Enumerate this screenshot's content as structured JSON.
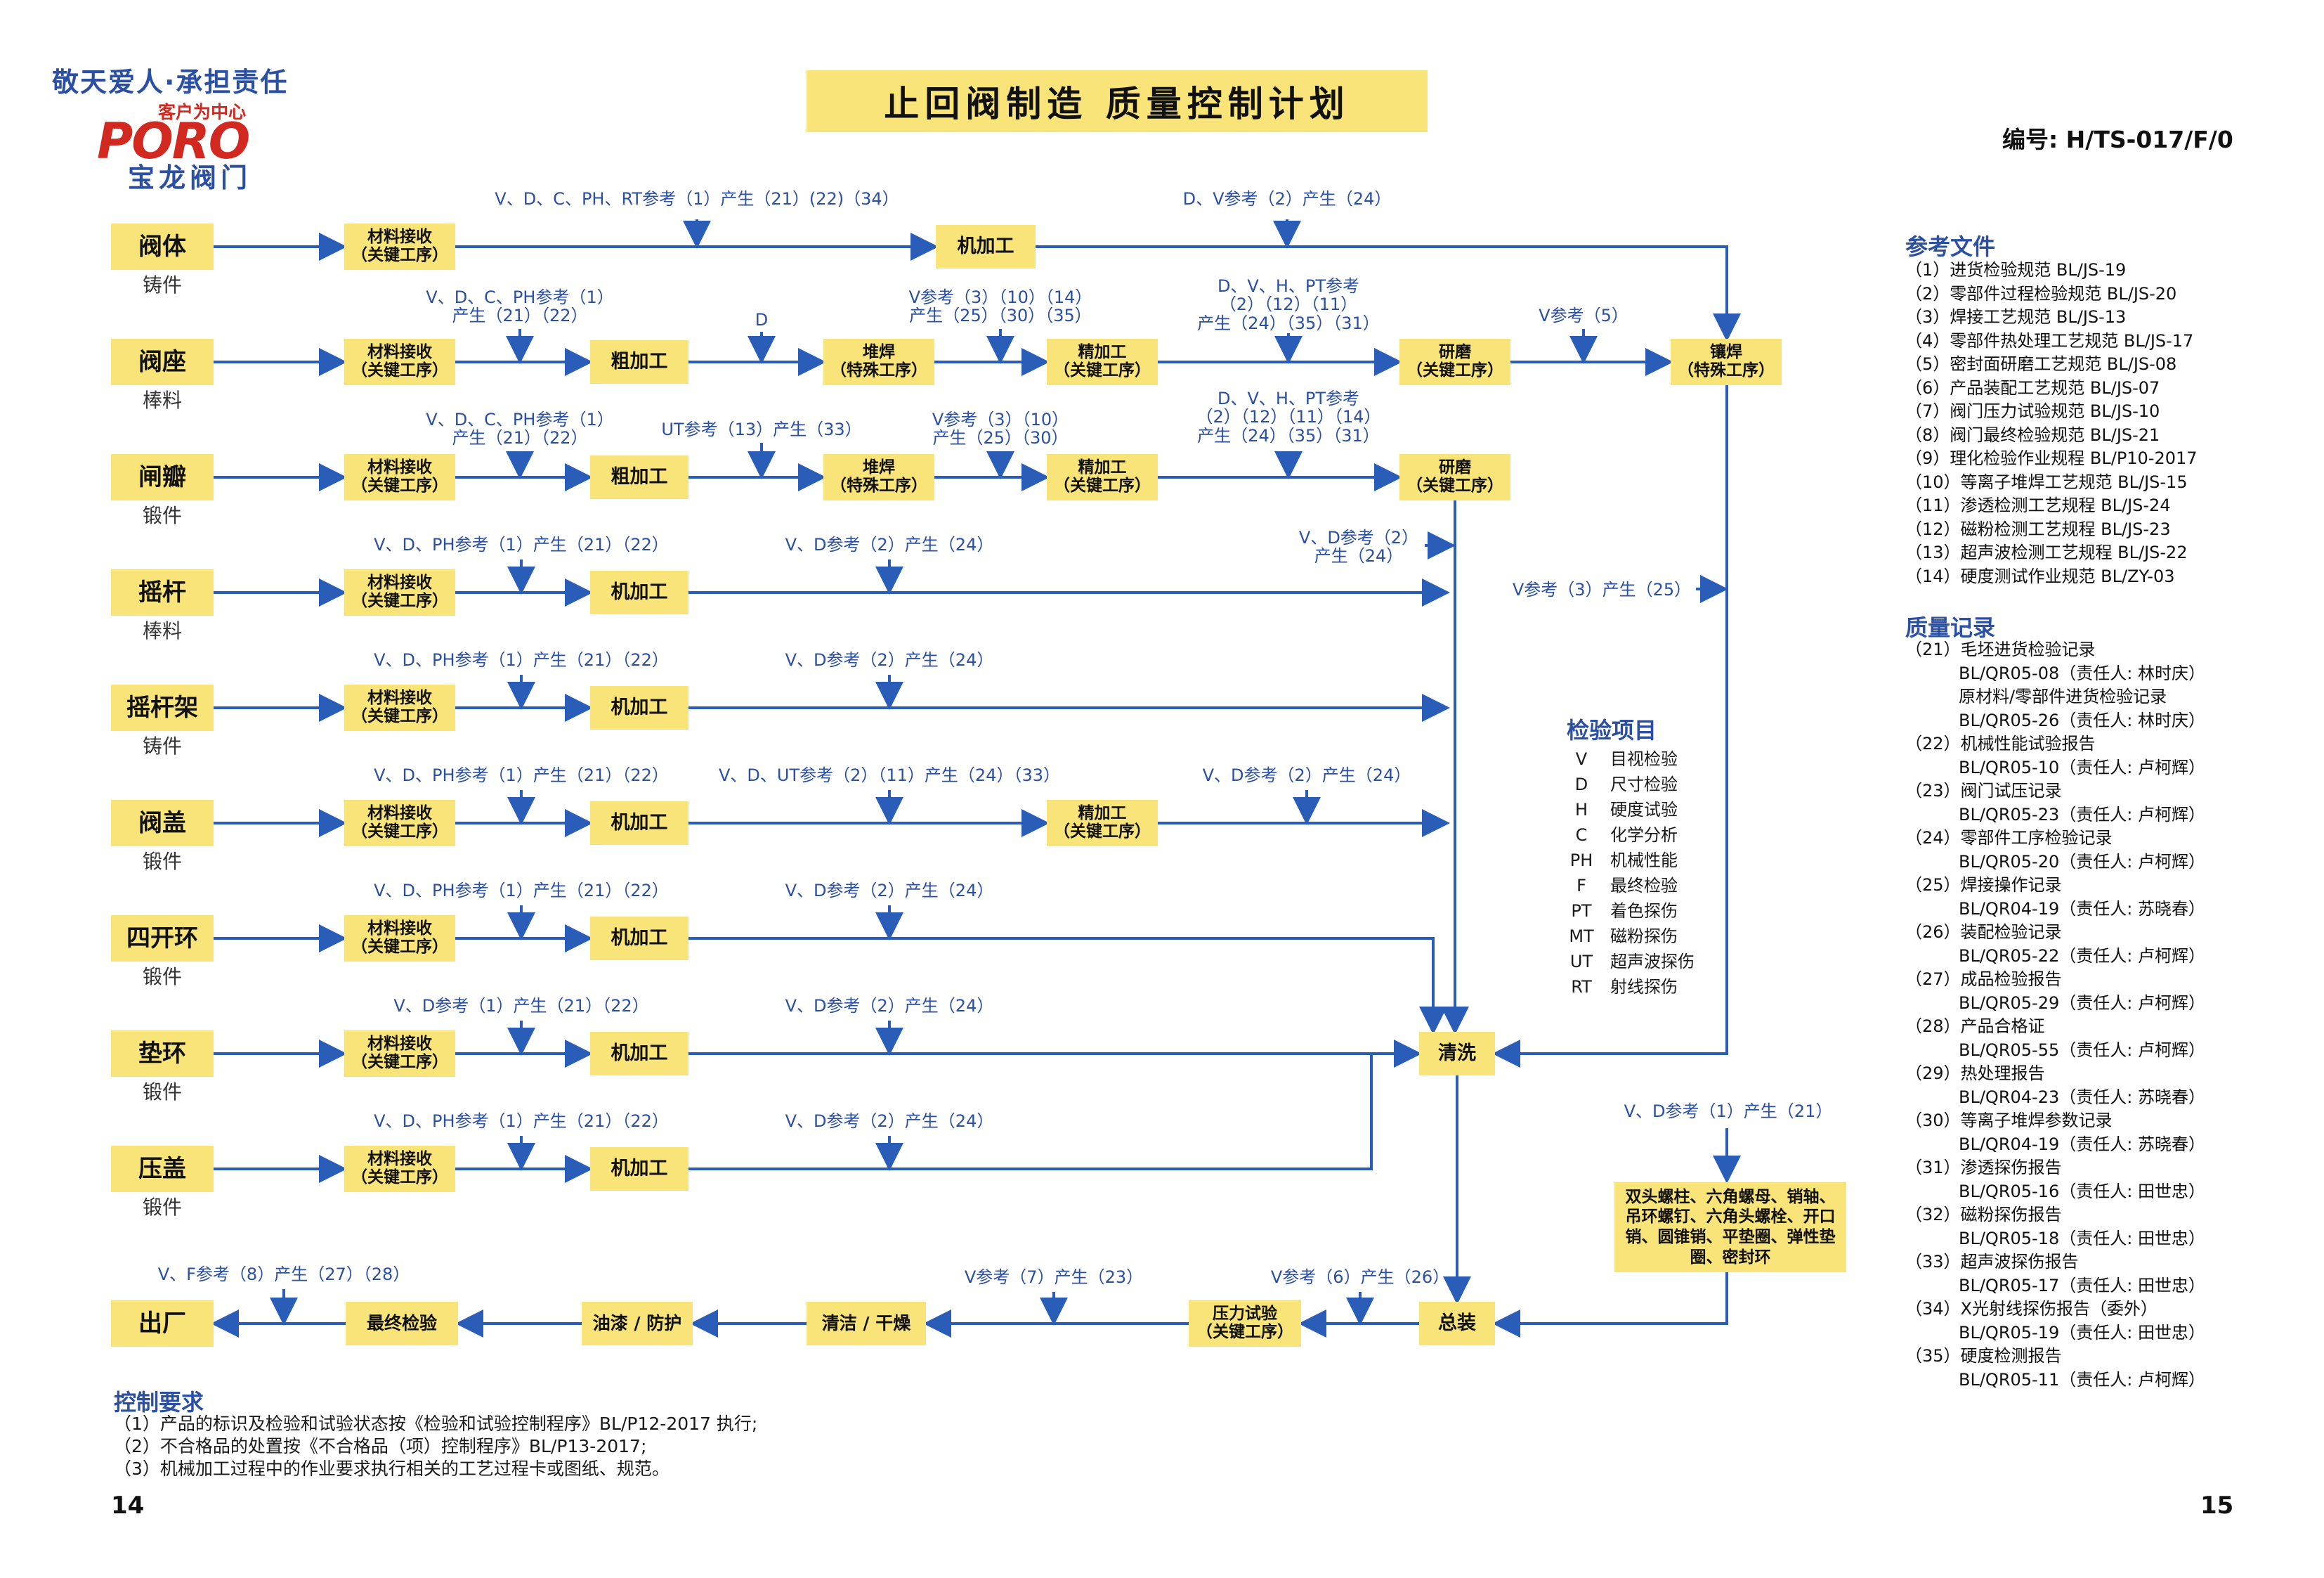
{
  "header": {
    "logo_slogan": "敬天爱人·承担责任",
    "logo_tagline": "客户为中心",
    "logo_mark": "PORO",
    "logo_company": "宝龙阀门",
    "title": "止回阀制造  质量控制计划",
    "doc_number": "编号: H/TS-017/F/0"
  },
  "parts": [
    {
      "name": "阀体",
      "material": "铸件"
    },
    {
      "name": "阀座",
      "material": "棒料"
    },
    {
      "name": "闸瓣",
      "material": "锻件"
    },
    {
      "name": "摇杆",
      "material": "棒料"
    },
    {
      "name": "摇杆架",
      "material": "铸件"
    },
    {
      "name": "阀盖",
      "material": "锻件"
    },
    {
      "name": "四开环",
      "material": "锻件"
    },
    {
      "name": "垫环",
      "material": "锻件"
    },
    {
      "name": "压盖",
      "material": "锻件"
    }
  ],
  "steps": {
    "receive": "材料接收\n（关键工序）",
    "machining": "机加工",
    "rough": "粗加工",
    "overlay": "堆焊\n（特殊工序）",
    "finish": "精加工\n（关键工序）",
    "grind": "研磨\n（关键工序）",
    "braze": "镶焊\n（特殊工序）",
    "clean": "清洗",
    "fasteners": "双头螺柱、六角螺母、销轴、吊环螺钉、六角头螺栓、开口销、圆锥销、平垫圈、弹性垫圈、密封环",
    "assembly": "总装",
    "pressure": "压力试验\n（关键工序）",
    "clean_dry": "清洁 / 干燥",
    "paint": "油漆 / 防护",
    "final": "最终检验",
    "ship": "出厂"
  },
  "notes": {
    "r0_a": "V、D、C、PH、RT参考（1）产生（21）(22)（34）",
    "r0_b": "D、V参考（2）产生（24）",
    "r1_a": "V、D、C、PH参考（1）\n产生（21）（22）",
    "r1_b": "D",
    "r1_c": "V参考（3）（10）（14）\n产生（25）（30）（35）",
    "r1_d": "D、V、H、PT参考\n（2）（12）（11）\n产生（24）（35）（31）",
    "r1_e": "V参考（5）",
    "r2_a": "V、D、C、PH参考（1）\n产生（21）（22）",
    "r2_b": "UT参考（13）产生（33）",
    "r2_c": "V参考（3）（10）\n产生（25）（30）",
    "r2_d": "D、V、H、PT参考\n（2）（12）（11）（14）\n产生（24）（35）（31）",
    "r3_a": "V、D、PH参考（1）产生（21）（22）",
    "r3_b": "V、D参考（2）产生（24）",
    "r3_c": "V、D参考（2）\n产生（24）",
    "r3_d": "V参考（3）产生（25）",
    "r4_a": "V、D、PH参考（1）产生（21）（22）",
    "r4_b": "V、D参考（2）产生（24）",
    "r5_a": "V、D、PH参考（1）产生（21）（22）",
    "r5_b": "V、D、UT参考（2）（11）产生（24）（33）",
    "r5_c": "V、D参考（2）产生（24）",
    "r6_a": "V、D、PH参考（1）产生（21）（22）",
    "r6_b": "V、D参考（2）产生（24）",
    "r7_a": "V、D参考（1）产生（21）（22）",
    "r7_b": "V、D参考（2）产生（24）",
    "r8_a": "V、D、PH参考（1）产生（21）（22）",
    "r8_b": "V、D参考（2）产生（24）",
    "fast": "V、D参考（1）产生（21）",
    "b_final": "V、F参考（8）产生（27）（28）",
    "b_dry": "V参考（7）产生（23）",
    "b_asm": "V参考（6）产生（26）"
  },
  "inspection": {
    "title": "检验项目",
    "items": [
      {
        "code": "V",
        "label": "目视检验"
      },
      {
        "code": "D",
        "label": "尺寸检验"
      },
      {
        "code": "H",
        "label": "硬度试验"
      },
      {
        "code": "C",
        "label": "化学分析"
      },
      {
        "code": "PH",
        "label": "机械性能"
      },
      {
        "code": "F",
        "label": "最终检验"
      },
      {
        "code": "PT",
        "label": "着色探伤"
      },
      {
        "code": "MT",
        "label": "磁粉探伤"
      },
      {
        "code": "UT",
        "label": "超声波探伤"
      },
      {
        "code": "RT",
        "label": "射线探伤"
      }
    ]
  },
  "references": {
    "title": "参考文件",
    "items": [
      "（1）进货检验规范 BL/JS-19",
      "（2）零部件过程检验规范 BL/JS-20",
      "（3）焊接工艺规范  BL/JS-13",
      "（4）零部件热处理工艺规范  BL/JS-17",
      "（5）密封面研磨工艺规范  BL/JS-08",
      "（6）产品装配工艺规范  BL/JS-07",
      "（7）阀门压力试验规范  BL/JS-10",
      "（8）阀门最终检验规范  BL/JS-21",
      "（9）理化检验作业规程  BL/P10-2017",
      "（10）等离子堆焊工艺规范  BL/JS-15",
      "（11）渗透检测工艺规程  BL/JS-24",
      "（12）磁粉检测工艺规程  BL/JS-23",
      "（13）超声波检测工艺规程  BL/JS-22",
      "（14）硬度测试作业规范  BL/ZY-03"
    ]
  },
  "records": {
    "title": "质量记录",
    "items": [
      {
        "text": "（21）毛坯进货检验记录",
        "sub": false
      },
      {
        "text": "BL/QR05-08（责任人: 林时庆）",
        "sub": true
      },
      {
        "text": "原材料/零部件进货检验记录",
        "sub": true
      },
      {
        "text": "BL/QR05-26（责任人: 林时庆）",
        "sub": true
      },
      {
        "text": "（22）机械性能试验报告",
        "sub": false
      },
      {
        "text": "BL/QR05-10（责任人: 卢柯辉）",
        "sub": true
      },
      {
        "text": "（23）阀门试压记录",
        "sub": false
      },
      {
        "text": "BL/QR05-23（责任人: 卢柯辉）",
        "sub": true
      },
      {
        "text": "（24）零部件工序检验记录",
        "sub": false
      },
      {
        "text": "BL/QR05-20（责任人: 卢柯辉）",
        "sub": true
      },
      {
        "text": "（25）焊接操作记录",
        "sub": false
      },
      {
        "text": "BL/QR04-19（责任人: 苏晓春）",
        "sub": true
      },
      {
        "text": "（26）装配检验记录",
        "sub": false
      },
      {
        "text": "BL/QR05-22（责任人: 卢柯辉）",
        "sub": true
      },
      {
        "text": "（27）成品检验报告",
        "sub": false
      },
      {
        "text": "BL/QR05-29（责任人: 卢柯辉）",
        "sub": true
      },
      {
        "text": "（28）产品合格证",
        "sub": false
      },
      {
        "text": "BL/QR05-55（责任人: 卢柯辉）",
        "sub": true
      },
      {
        "text": "（29）热处理报告",
        "sub": false
      },
      {
        "text": "BL/QR04-23（责任人: 苏晓春）",
        "sub": true
      },
      {
        "text": "（30）等离子堆焊参数记录",
        "sub": false
      },
      {
        "text": "BL/QR04-19（责任人: 苏晓春）",
        "sub": true
      },
      {
        "text": "（31）渗透探伤报告",
        "sub": false
      },
      {
        "text": "BL/QR05-16（责任人: 田世忠）",
        "sub": true
      },
      {
        "text": "（32）磁粉探伤报告",
        "sub": false
      },
      {
        "text": "BL/QR05-18（责任人: 田世忠）",
        "sub": true
      },
      {
        "text": "（33）超声波探伤报告",
        "sub": false
      },
      {
        "text": "BL/QR05-17（责任人: 田世忠）",
        "sub": true
      },
      {
        "text": "（34）X光射线探伤报告（委外）",
        "sub": false
      },
      {
        "text": "BL/QR05-19（责任人: 田世忠）",
        "sub": true
      },
      {
        "text": "（35）硬度检测报告",
        "sub": false
      },
      {
        "text": "BL/QR05-11（责任人: 卢柯辉）",
        "sub": true
      }
    ]
  },
  "requirements": {
    "title": "控制要求",
    "items": [
      "（1）产品的标识及检验和试验状态按《检验和试验控制程序》BL/P12-2017 执行;",
      "（2）不合格品的处置按《不合格品（项）控制程序》BL/P13-2017;",
      "（3）机械加工过程中的作业要求执行相关的工艺过程卡或图纸、规范。"
    ]
  },
  "pages": {
    "left": "14",
    "right": "15"
  },
  "colors": {
    "box": "#f9e47a",
    "line": "#2a5db8",
    "heading": "#2a4fa3",
    "logo_red": "#d1281f"
  }
}
